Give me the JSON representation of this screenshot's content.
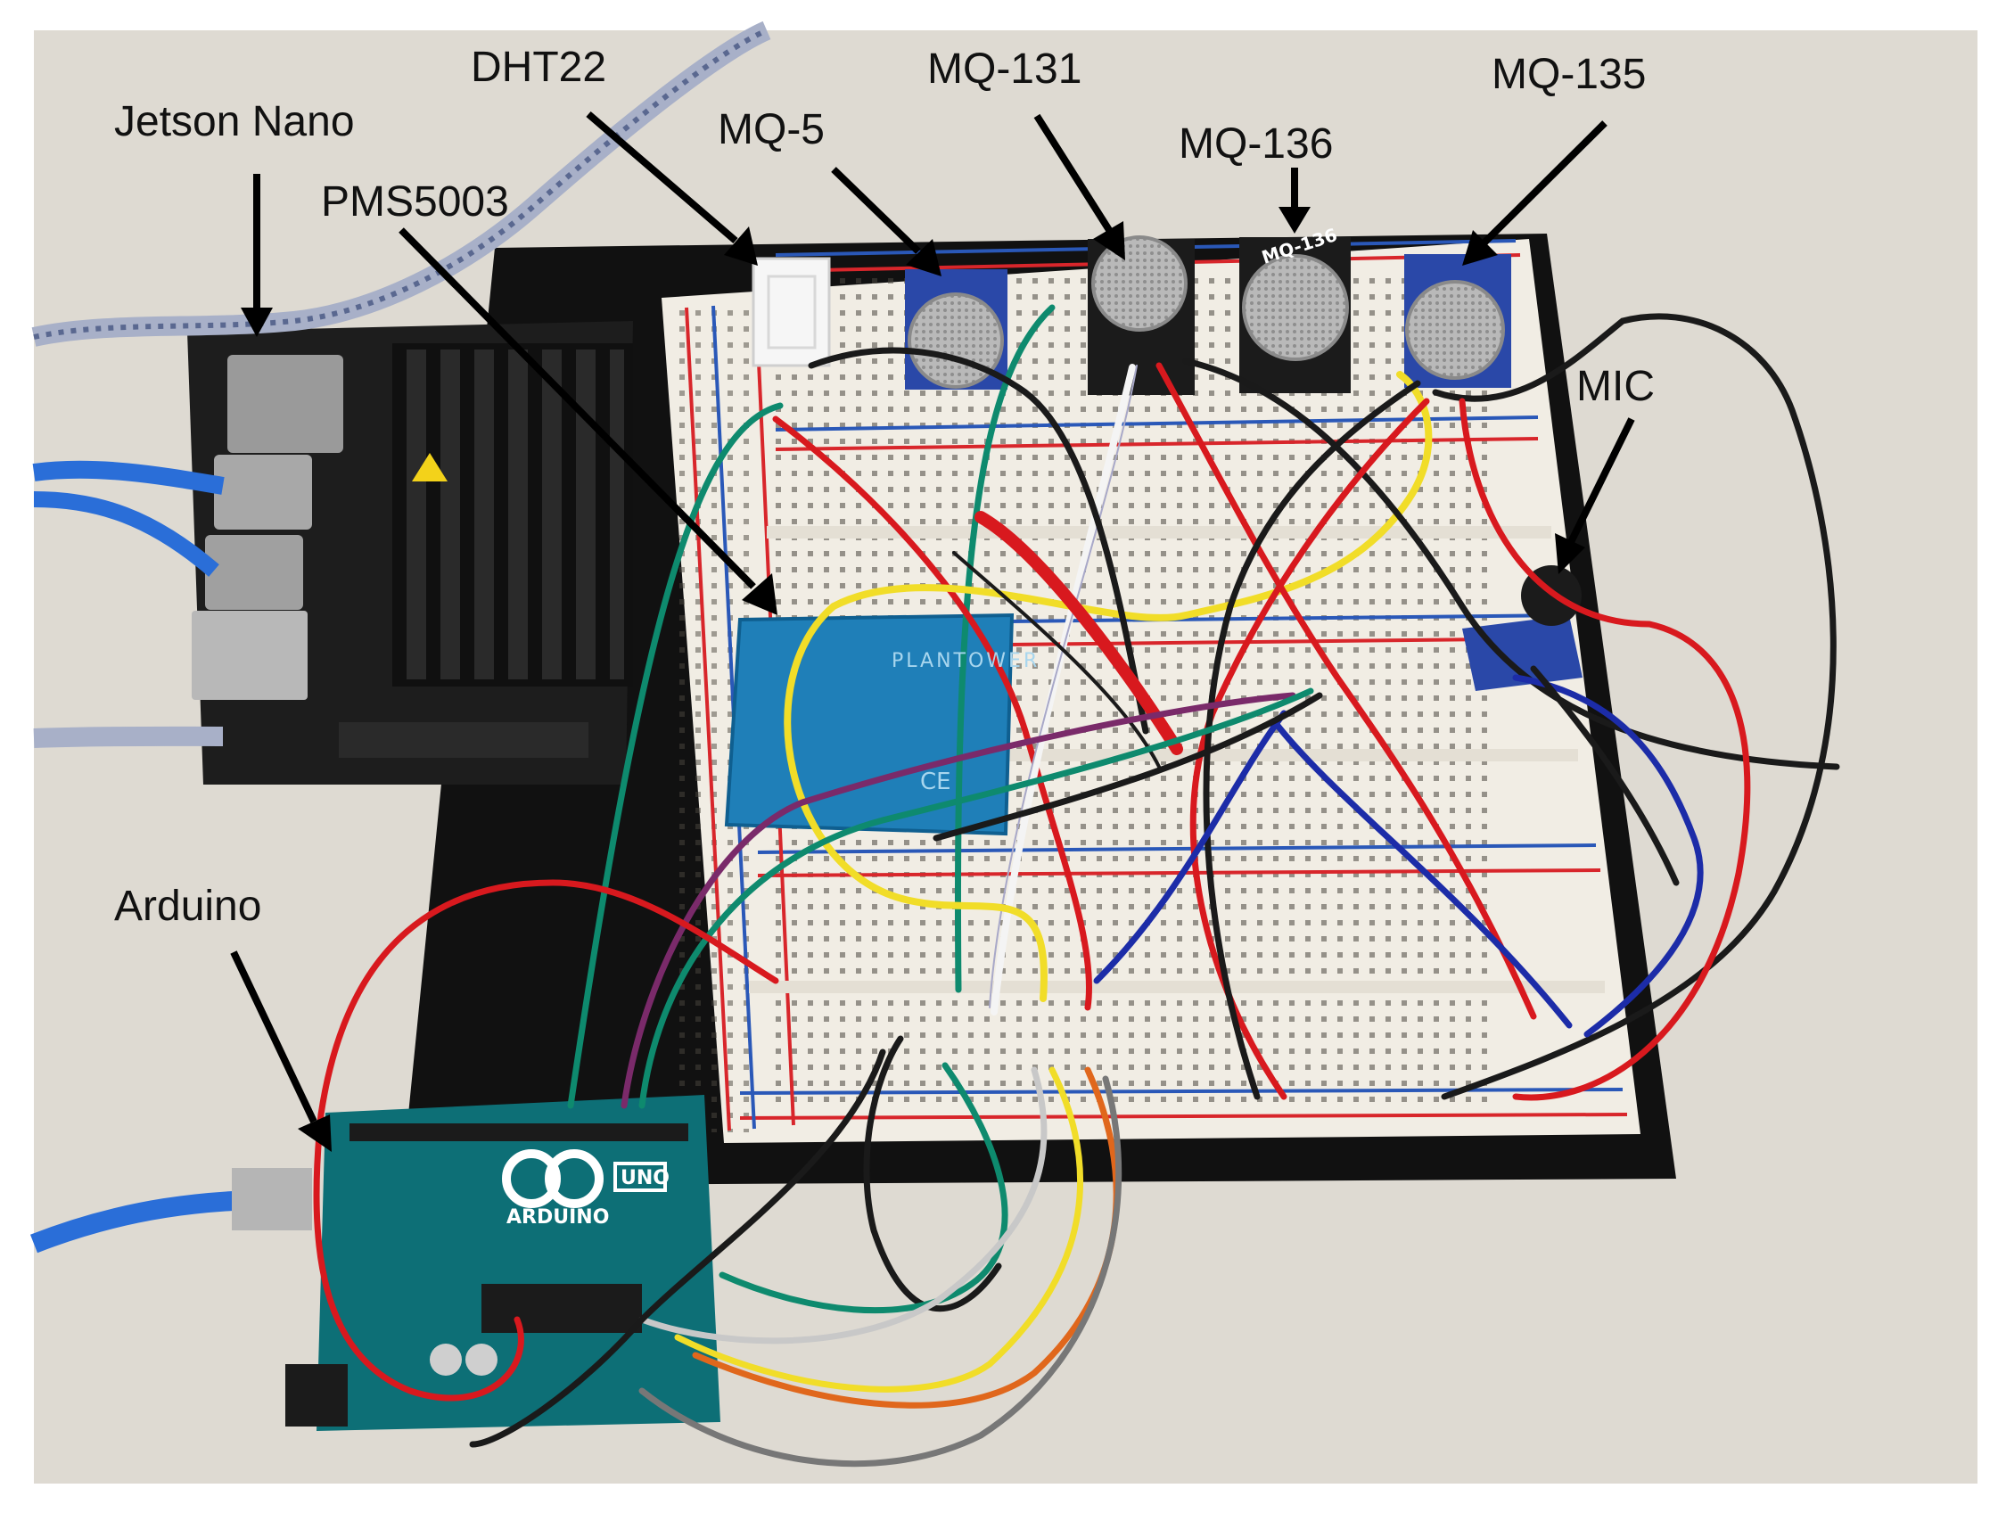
{
  "labels": {
    "jetson": "Jetson Nano",
    "pms": "PMS5003",
    "dht": "DHT22",
    "mq5": "MQ-5",
    "mq131": "MQ-131",
    "mq136": "MQ-136",
    "mq135": "MQ-135",
    "mic": "MIC",
    "arduino": "Arduino"
  },
  "device_text": {
    "plantower": "PLANTOWER",
    "ce": "CE",
    "arduino_brand": "ARDUINO",
    "uno": "UNO",
    "mq136_cap": "MQ-136"
  },
  "colors": {
    "table": "#dedad2",
    "board_base": "#111111",
    "breadboard": "#f1ede4",
    "rail_red": "#d8262b",
    "rail_blue": "#2a58b8",
    "sensor_blue": "#2a48a8",
    "pms_blue": "#1f7fb8",
    "arduino_teal": "#0d6f76",
    "wire_red": "#d8191e",
    "wire_black": "#1a1a1a",
    "wire_green": "#0e8a6e",
    "wire_yellow": "#f1dd28",
    "wire_white": "#f4f4f4",
    "wire_blue": "#1c2ca8",
    "wire_purple": "#7a2a6a",
    "wire_orange": "#e0671c",
    "wire_gray": "#777777",
    "usb_blue": "#2a6ed8",
    "arrow": "#000000"
  }
}
